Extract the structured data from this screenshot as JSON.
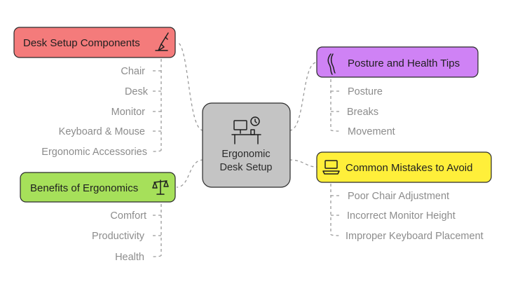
{
  "center": {
    "title_line1": "Ergonomic",
    "title_line2": "Desk Setup",
    "icon": "desk-workstation-icon"
  },
  "branches": {
    "desk_setup": {
      "title": "Desk Setup Components",
      "icon": "pen-nib-icon",
      "color": "#f47b7b",
      "items": [
        "Chair",
        "Desk",
        "Monitor",
        "Keyboard & Mouse",
        "Ergonomic Accessories"
      ]
    },
    "benefits": {
      "title": "Benefits of Ergonomics",
      "icon": "balance-scale-icon",
      "color": "#a6e05a",
      "items": [
        "Comfort",
        "Productivity",
        "Health"
      ]
    },
    "posture": {
      "title": "Posture and Health Tips",
      "icon": "spine-icon",
      "color": "#cf82f5",
      "items": [
        "Posture",
        "Breaks",
        "Movement"
      ]
    },
    "mistakes": {
      "title": "Common Mistakes to Avoid",
      "icon": "laptop-icon",
      "color": "#ffef3a",
      "items": [
        "Poor Chair Adjustment",
        "Incorrect Monitor Height",
        "Improper Keyboard Placement"
      ]
    }
  }
}
